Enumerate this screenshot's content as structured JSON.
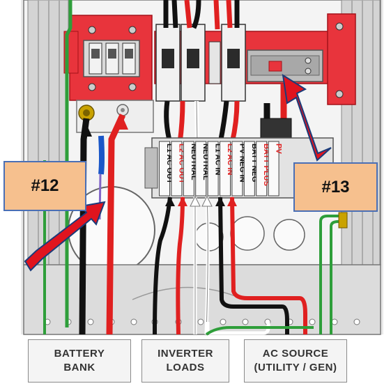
{
  "callouts": {
    "left": "#12",
    "right": "#13"
  },
  "terminals": [
    {
      "text": "L1 AC OUT",
      "color": "#111111"
    },
    {
      "text": "L2 AC OUT",
      "color": "#e02020"
    },
    {
      "text": "NEUTRAL",
      "color": "#111111"
    },
    {
      "text": "NEUTRAL",
      "color": "#111111"
    },
    {
      "text": "L1 AC IN",
      "color": "#111111"
    },
    {
      "text": "L2 AC IN",
      "color": "#e02020"
    },
    {
      "text": "PV NEG IN",
      "color": "#111111"
    },
    {
      "text": "BATT NEG",
      "color": "#111111"
    },
    {
      "text": "BATT PLUS",
      "color": "#e02020"
    },
    {
      "text": "PV",
      "color": "#e02020"
    }
  ],
  "source_labels": {
    "battery": {
      "line1": "Battery",
      "line2": "Bank"
    },
    "inverter": {
      "line1": "Inverter",
      "line2": "Loads"
    },
    "ac": {
      "line1": "AC Source",
      "line2": "(Utility / Gen)"
    }
  },
  "colors": {
    "wire_black": "#111111",
    "wire_red": "#e02020",
    "wire_green": "#2e9e3a",
    "wire_white": "#ffffff",
    "busbar_red": "#e8343c",
    "callout_fill": "#f6c08e",
    "callout_border": "#4a6fb5",
    "arrow_red": "#e0141e"
  }
}
